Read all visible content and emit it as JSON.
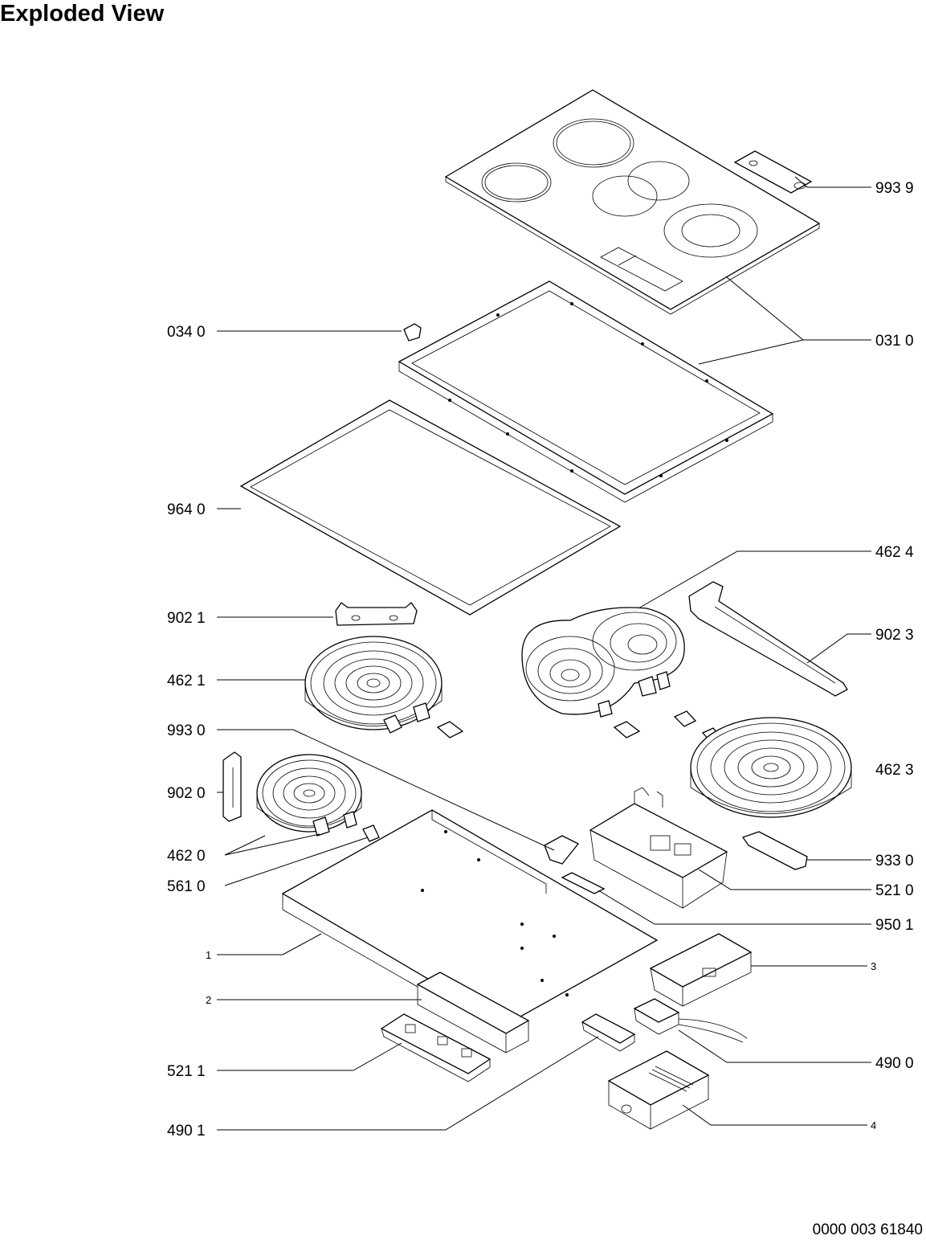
{
  "title": "Exploded View",
  "document_number": "0000 003 61840",
  "callouts": [
    {
      "id": "993 9"
    },
    {
      "id": "034 0"
    },
    {
      "id": "031 0"
    },
    {
      "id": "964 0"
    },
    {
      "id": "462 4"
    },
    {
      "id": "902 1"
    },
    {
      "id": "902 3"
    },
    {
      "id": "462 1"
    },
    {
      "id": "993 0"
    },
    {
      "id": "462 3"
    },
    {
      "id": "902 0"
    },
    {
      "id": "462 0"
    },
    {
      "id": "933 0"
    },
    {
      "id": "561 0"
    },
    {
      "id": "521 0"
    },
    {
      "id": "950 1"
    },
    {
      "id": "1"
    },
    {
      "id": "3"
    },
    {
      "id": "2"
    },
    {
      "id": "490 0"
    },
    {
      "id": "521 1"
    },
    {
      "id": "490 1"
    },
    {
      "id": "4"
    }
  ]
}
